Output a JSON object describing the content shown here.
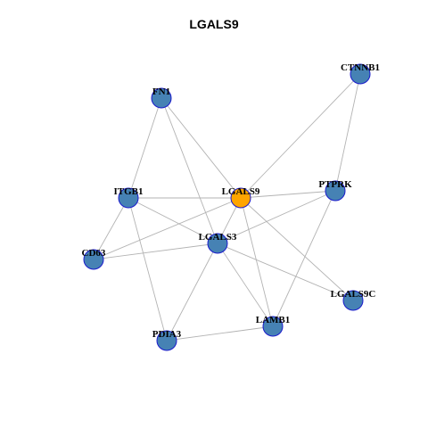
{
  "title": "LGALS9",
  "colors": {
    "node_fill": "#4682b4",
    "node_border": "#1a1acc",
    "center_fill": "#ffa500",
    "edge": "#b3b3b3"
  },
  "chart_data": {
    "type": "network",
    "nodes": [
      {
        "id": "LGALS9",
        "center": true
      },
      {
        "id": "CTNNB1",
        "center": false
      },
      {
        "id": "FN1",
        "center": false
      },
      {
        "id": "ITGB1",
        "center": false
      },
      {
        "id": "PTPRK",
        "center": false
      },
      {
        "id": "LGALS3",
        "center": false
      },
      {
        "id": "CD63",
        "center": false
      },
      {
        "id": "LGALS9C",
        "center": false
      },
      {
        "id": "LAMB1",
        "center": false
      },
      {
        "id": "PDIA3",
        "center": false
      }
    ],
    "edges": [
      [
        "LGALS9",
        "CTNNB1"
      ],
      [
        "LGALS9",
        "FN1"
      ],
      [
        "LGALS9",
        "ITGB1"
      ],
      [
        "LGALS9",
        "PTPRK"
      ],
      [
        "LGALS9",
        "LGALS3"
      ],
      [
        "LGALS9",
        "CD63"
      ],
      [
        "LGALS9",
        "LGALS9C"
      ],
      [
        "LGALS9",
        "LAMB1"
      ],
      [
        "CTNNB1",
        "PTPRK"
      ],
      [
        "FN1",
        "ITGB1"
      ],
      [
        "FN1",
        "LGALS3"
      ],
      [
        "ITGB1",
        "LGALS3"
      ],
      [
        "ITGB1",
        "CD63"
      ],
      [
        "ITGB1",
        "PDIA3"
      ],
      [
        "PTPRK",
        "LGALS3"
      ],
      [
        "PTPRK",
        "LAMB1"
      ],
      [
        "LGALS3",
        "CD63"
      ],
      [
        "LGALS3",
        "PDIA3"
      ],
      [
        "LGALS3",
        "LAMB1"
      ],
      [
        "LGALS3",
        "LGALS9C"
      ],
      [
        "PDIA3",
        "LAMB1"
      ]
    ]
  }
}
